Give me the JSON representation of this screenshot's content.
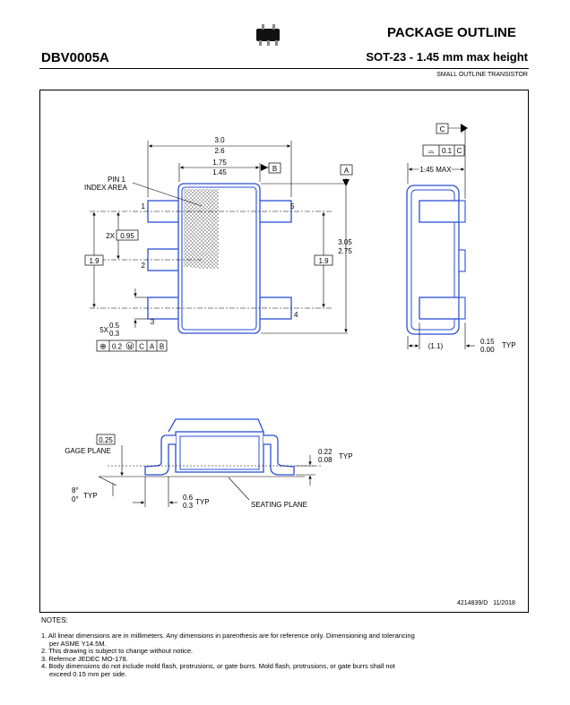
{
  "header": {
    "title": "PACKAGE OUTLINE",
    "part_number": "DBV0005A",
    "package_description": "SOT-23 - 1.45 mm max height",
    "package_type": "SMALL OUTLINE TRANSISTOR"
  },
  "top_view": {
    "overall_width_max": "3.0",
    "overall_width_min": "2.6",
    "body_width_max": "1.75",
    "body_width_min": "1.45",
    "datum_b": "B",
    "datum_a": "A",
    "pin1_label": "PIN 1",
    "index_area_label": "INDEX AREA",
    "pin_numbers": [
      "1",
      "2",
      "3",
      "4",
      "5"
    ],
    "pitch_prefix": "2X",
    "pitch_value": "0.95",
    "span_left": "1.9",
    "span_right": "1.9",
    "body_length_max": "3.05",
    "body_length_min": "2.75",
    "lead_width_prefix": "5X",
    "lead_width_max": "0.5",
    "lead_width_min": "0.3",
    "position_tol_symbol": "⊕",
    "position_tol_value": "0.2",
    "position_tol_modifier": "M",
    "position_tol_datums": [
      "C",
      "A",
      "B"
    ]
  },
  "side_view": {
    "datum_c": "C",
    "flatness_symbol": "⌓",
    "flatness_value": "0.1",
    "flatness_datum": "C",
    "height_label": "1.45 MAX",
    "standoff_ref": "(1.1)",
    "standoff_max": "0.15",
    "standoff_min": "0.00",
    "typ_label": "TYP"
  },
  "detail_view": {
    "gage_value": "0.25",
    "gage_label": "GAGE PLANE",
    "lead_thk_max": "0.22",
    "lead_thk_min": "0.08",
    "angle_max": "8°",
    "angle_min": "0°",
    "foot_max": "0.6",
    "foot_min": "0.3",
    "typ_label": "TYP",
    "seating_label": "SEATING PLANE"
  },
  "document_ref": "4214839/D   11/2018",
  "notes_title": "NOTES:",
  "notes": [
    "1. All linear dimensions are in millimeters. Any dimensions in parenthesis are for reference only. Dimensioning and tolerancing",
    "    per ASME Y14.5M.",
    "2. This drawing is subject to change without notice.",
    "3. Refernce JEDEC MO-178.",
    "4. Body dimensions do not include mold flash, protrusions, or gate burrs. Mold flash, protrusions, or gate burrs shall not",
    "    exceed 0.15 mm per side."
  ],
  "colors": {
    "outline_blue": "#2a4fd6",
    "ink": "#000000"
  }
}
